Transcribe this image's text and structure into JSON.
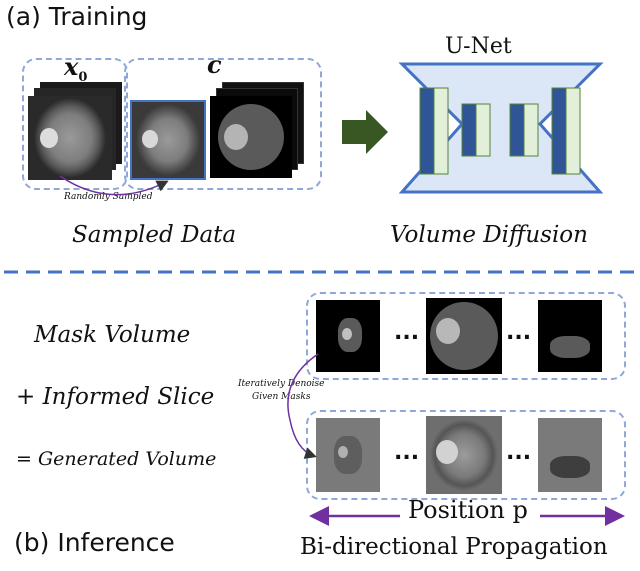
{
  "training": {
    "title": "(a) Training",
    "x0_label": "x",
    "x0_sub": "0",
    "c_label": "c",
    "randomly_sampled": "Randomly Sampled",
    "sampled_data": "Sampled Data",
    "unet_label": "U-Net",
    "volume_diffusion": "Volume Diffusion"
  },
  "inference": {
    "title": "(b) Inference",
    "mask_volume": "Mask Volume",
    "informed_slice": "+ Informed Slice",
    "generated_volume": "= Generated Volume",
    "denoise_line1": "Iteratively Denoise",
    "denoise_line2": "Given Masks",
    "position": "Position p",
    "propagation": "Bi-directional Propagation",
    "ellipsis": "..."
  },
  "colors": {
    "dash_blue": "#8fa8d8",
    "unet_fill": "#dbe6f7",
    "unet_stroke": "#4472c4",
    "block_dark": "#2f5597",
    "block_light": "#e2f0d9",
    "block_border": "#548235",
    "arrow_green": "#385723",
    "purple": "#7030a0"
  }
}
